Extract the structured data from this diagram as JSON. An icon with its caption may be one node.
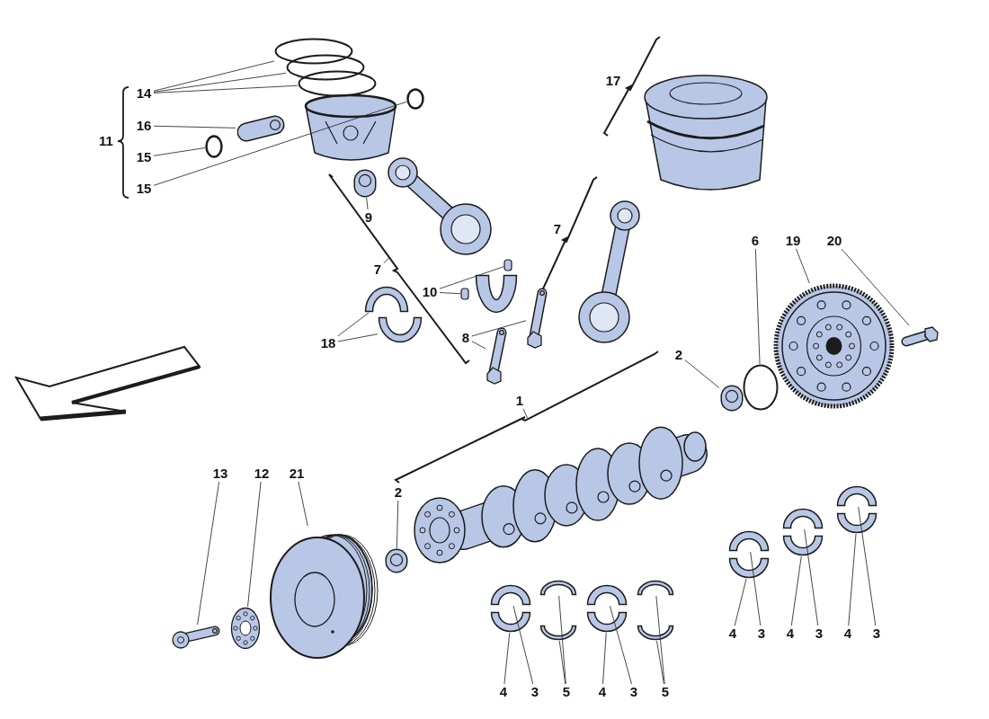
{
  "diagram": {
    "nodes": [
      {
        "text": [
          "14"
        ]
      },
      {
        "text": [],
        "shape": "circle"
      },
      {
        "text": [],
        "shape": "circle"
      },
      {
        "text": [],
        "shape": "circle"
      },
      {
        "text": [
          "16"
        ]
      },
      {
        "text": [],
        "shape": "picture"
      },
      {
        "text": [
          "15"
        ]
      },
      {
        "text": [],
        "shape": "circle"
      },
      {
        "text": [
          "15"
        ]
      },
      {
        "text": [],
        "shape": "circle"
      },
      {
        "text": [
          "9"
        ]
      },
      {
        "text": [],
        "shape": "picture"
      },
      {
        "text": [
          "7"
        ]
      },
      {
        "text": [],
        "shape": "picture"
      },
      {
        "text": [
          "10"
        ]
      },
      {
        "text": [],
        "shape": "box"
      },
      {
        "text": [],
        "shape": "box"
      },
      {
        "text": [
          "18"
        ]
      },
      {
        "text": [],
        "shape": "picture"
      },
      {
        "text": [],
        "shape": "picture"
      },
      {
        "text": [
          "8"
        ]
      },
      {
        "text": [],
        "shape": "picture"
      },
      {
        "text": [],
        "shape": "picture"
      },
      {
        "text": [
          "1"
        ]
      },
      {
        "text": [],
        "shape": "picture"
      },
      {
        "text": [
          "2"
        ]
      },
      {
        "text": [],
        "shape": "picture"
      },
      {
        "text": [
          "6"
        ]
      },
      {
        "text": [],
        "shape": "circle"
      },
      {
        "text": [
          "19"
        ]
      },
      {
        "text": [],
        "shape": "picture"
      },
      {
        "text": [
          "20"
        ]
      },
      {
        "text": [],
        "shape": "picture"
      },
      {
        "text": [
          "13"
        ]
      },
      {
        "text": [],
        "shape": "picture"
      },
      {
        "text": [
          "12"
        ]
      },
      {
        "text": [],
        "shape": "picture"
      },
      {
        "text": [
          "21"
        ]
      },
      {
        "text": [],
        "shape": "picture"
      },
      {
        "text": [
          "2"
        ]
      },
      {
        "text": [],
        "shape": "picture"
      },
      {
        "text": [],
        "shape": "picture"
      },
      {
        "text": [],
        "shape": "picture"
      },
      {
        "text": [],
        "shape": "picture"
      },
      {
        "text": [],
        "shape": "picture"
      },
      {
        "text": [],
        "shape": "picture"
      },
      {
        "text": [],
        "shape": "picture"
      },
      {
        "text": [],
        "shape": "picture"
      },
      {
        "text": [],
        "shape": "picture"
      },
      {
        "text": [],
        "shape": "picture"
      },
      {
        "text": [],
        "shape": "picture"
      },
      {
        "text": [],
        "shape": "picture"
      },
      {
        "text": [],
        "shape": "picture"
      },
      {
        "text": [],
        "shape": "picture"
      },
      {
        "text": [],
        "shape": "picture"
      },
      {
        "text": [
          "4"
        ]
      },
      {
        "text": [
          "3"
        ]
      },
      {
        "text": [
          "5"
        ]
      },
      {
        "text": [
          "4"
        ]
      },
      {
        "text": [
          "3"
        ]
      },
      {
        "text": [
          "5"
        ]
      },
      {
        "text": [
          "4"
        ]
      },
      {
        "text": [
          "3"
        ]
      },
      {
        "text": [
          "4"
        ]
      },
      {
        "text": [
          "3"
        ]
      },
      {
        "text": [
          "4"
        ]
      },
      {
        "text": [
          "3"
        ]
      }
    ],
    "edges": [
      {
        "from": 0,
        "to": 1,
        "arrow": "none"
      },
      {
        "from": 0,
        "to": 2,
        "arrow": "none"
      },
      {
        "from": 0,
        "to": 3,
        "arrow": "none"
      },
      {
        "from": 4,
        "to": 5,
        "arrow": "none"
      },
      {
        "from": 6,
        "to": 7,
        "arrow": "none"
      },
      {
        "from": 8,
        "to": 9,
        "arrow": "none"
      },
      {
        "from": 10,
        "to": 11,
        "arrow": "none"
      },
      {
        "from": 12,
        "to": 13,
        "arrow": "none"
      },
      {
        "from": 14,
        "to": 15,
        "arrow": "none"
      },
      {
        "from": 14,
        "to": 16,
        "arrow": "none"
      },
      {
        "from": 17,
        "to": 18,
        "arrow": "none"
      },
      {
        "from": 17,
        "to": 19,
        "arrow": "none"
      },
      {
        "from": 20,
        "to": 21,
        "arrow": "none"
      },
      {
        "from": 20,
        "to": 22,
        "arrow": "none"
      },
      {
        "from": 23,
        "to": 24,
        "arrow": "none"
      },
      {
        "from": 25,
        "to": 26,
        "arrow": "none"
      },
      {
        "from": 27,
        "to": 28,
        "arrow": "none"
      },
      {
        "from": 29,
        "to": 30,
        "arrow": "none"
      },
      {
        "from": 31,
        "to": 32,
        "arrow": "none"
      },
      {
        "from": 33,
        "to": 34,
        "arrow": "none"
      },
      {
        "from": 35,
        "to": 36,
        "arrow": "none"
      },
      {
        "from": 37,
        "to": 38,
        "arrow": "none"
      },
      {
        "from": 39,
        "to": 40,
        "arrow": "none"
      },
      {
        "from": 55,
        "to": 42,
        "arrow": "none"
      },
      {
        "from": 56,
        "to": 41,
        "arrow": "none"
      },
      {
        "from": 57,
        "to": 43,
        "arrow": "none"
      },
      {
        "from": 57,
        "to": 44,
        "arrow": "none"
      },
      {
        "from": 58,
        "to": 46,
        "arrow": "none"
      },
      {
        "from": 59,
        "to": 45,
        "arrow": "none"
      },
      {
        "from": 60,
        "to": 47,
        "arrow": "none"
      },
      {
        "from": 60,
        "to": 48,
        "arrow": "none"
      },
      {
        "from": 61,
        "to": 50,
        "arrow": "none"
      },
      {
        "from": 62,
        "to": 49,
        "arrow": "none"
      },
      {
        "from": 63,
        "to": 52,
        "arrow": "none"
      },
      {
        "from": 64,
        "to": 51,
        "arrow": "none"
      },
      {
        "from": 65,
        "to": 54,
        "arrow": "none"
      },
      {
        "from": 66,
        "to": 53,
        "arrow": "none"
      }
    ],
    "labels": [
      "17",
      "11",
      "7"
    ]
  }
}
